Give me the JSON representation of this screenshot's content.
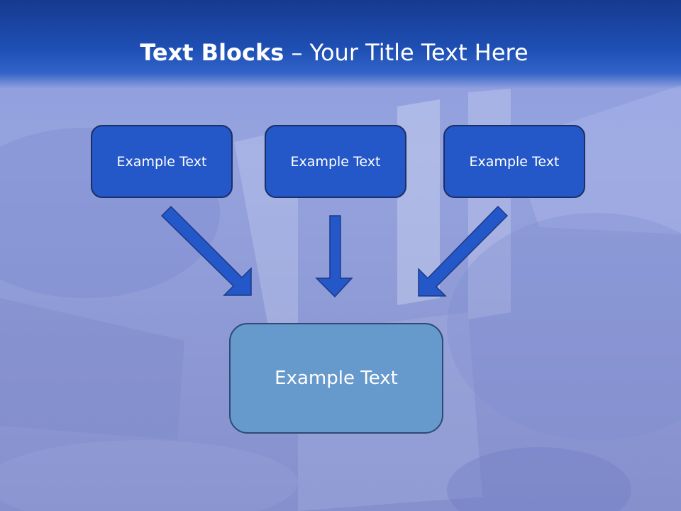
{
  "header": {
    "title_bold": "Text Blocks",
    "title_dash": "–",
    "title_rest": "Your Title Text Here"
  },
  "boxes": [
    {
      "label": "Example Text"
    },
    {
      "label": "Example Text"
    },
    {
      "label": "Example Text"
    }
  ],
  "target_box": {
    "label": "Example Text"
  },
  "colors": {
    "header": "#1e4fb4",
    "small_box_fill": "#2457c8",
    "target_box_fill": "#6699cc",
    "arrow_fill": "#2457c8",
    "text": "#ffffff"
  }
}
